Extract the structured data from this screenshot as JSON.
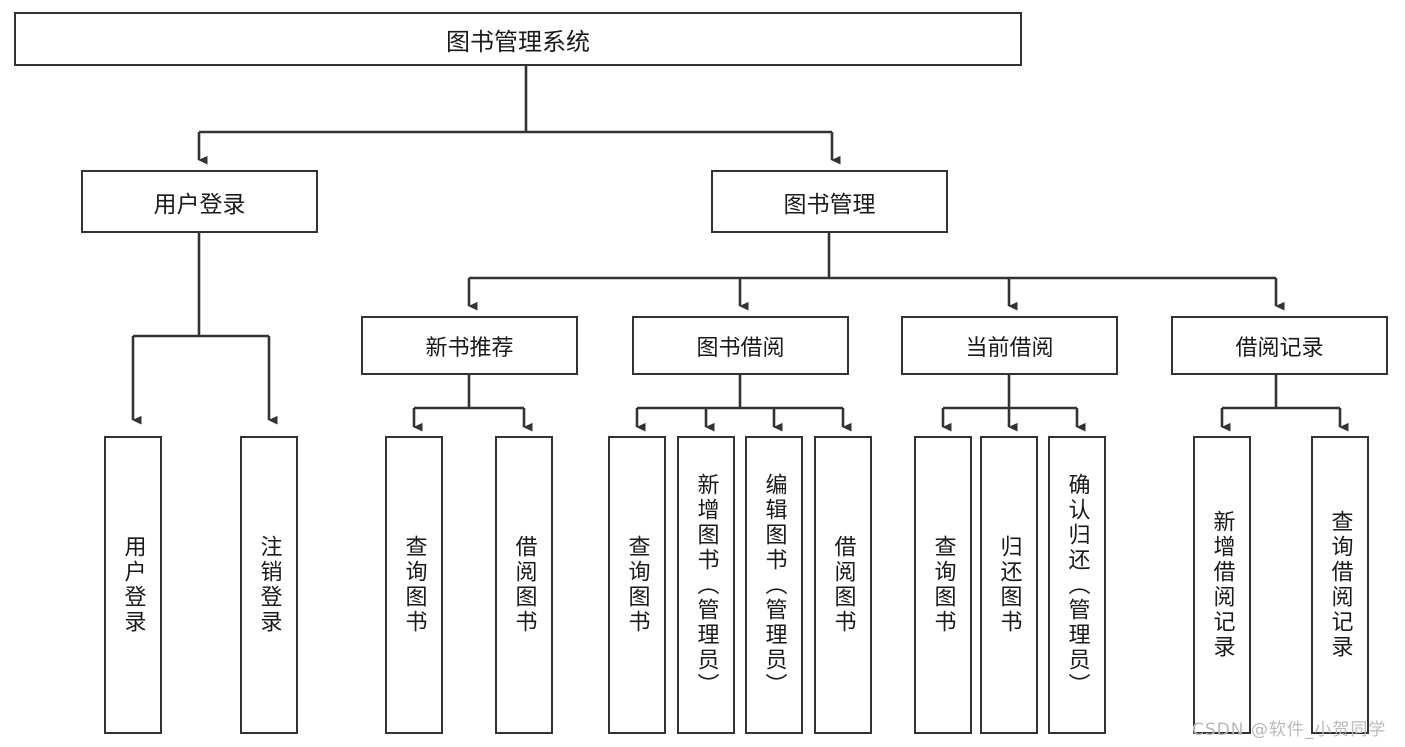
{
  "diagram": {
    "type": "tree",
    "title": "图书管理系统",
    "watermark": "CSDN @软件_小贺同学",
    "colors": {
      "node_border": "#333333",
      "node_fill": "#ffffff",
      "connector": "#333333",
      "background": "#ffffff",
      "watermark": "#b9b9b9"
    },
    "nodes": {
      "root": {
        "label": "图书管理系统"
      },
      "level2": [
        {
          "label": "用户登录"
        },
        {
          "label": "图书管理"
        }
      ],
      "level3": [
        {
          "label": "新书推荐"
        },
        {
          "label": "图书借阅"
        },
        {
          "label": "当前借阅"
        },
        {
          "label": "借阅记录"
        }
      ],
      "leaves": {
        "user_login": [
          {
            "label": "用户登录"
          },
          {
            "label": "注销登录"
          }
        ],
        "new_book_recommend": [
          {
            "label": "查询图书"
          },
          {
            "label": "借阅图书"
          }
        ],
        "book_borrow": [
          {
            "label": "查询图书"
          },
          {
            "label": "新增图书（管理员）"
          },
          {
            "label": "编辑图书（管理员）"
          },
          {
            "label": "借阅图书"
          }
        ],
        "current_borrow": [
          {
            "label": "查询图书"
          },
          {
            "label": "归还图书"
          },
          {
            "label": "确认归还（管理员）"
          }
        ],
        "borrow_record": [
          {
            "label": "新增借阅记录"
          },
          {
            "label": "查询借阅记录"
          }
        ]
      }
    }
  }
}
